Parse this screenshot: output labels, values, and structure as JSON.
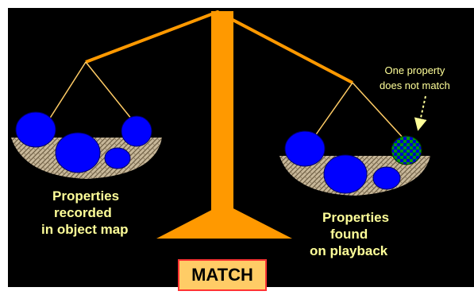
{
  "diagram": {
    "left_pan_caption": [
      "Properties",
      "recorded",
      "in object map"
    ],
    "right_pan_caption": [
      "Properties",
      "found",
      "on playback"
    ],
    "mismatch_note": [
      "One property",
      "does not match"
    ],
    "result_label": "MATCH"
  },
  "colors": {
    "background": "#000000",
    "beam": "#ff9900",
    "hanging_strings": "#ffcc66",
    "caption_text": "#ffff99",
    "property_ball": "#0000ff",
    "mismatch_ball_check_a": "#0000cc",
    "mismatch_ball_check_b": "#009900",
    "result_fill": "#ffcc66",
    "result_border": "#ff3333"
  }
}
